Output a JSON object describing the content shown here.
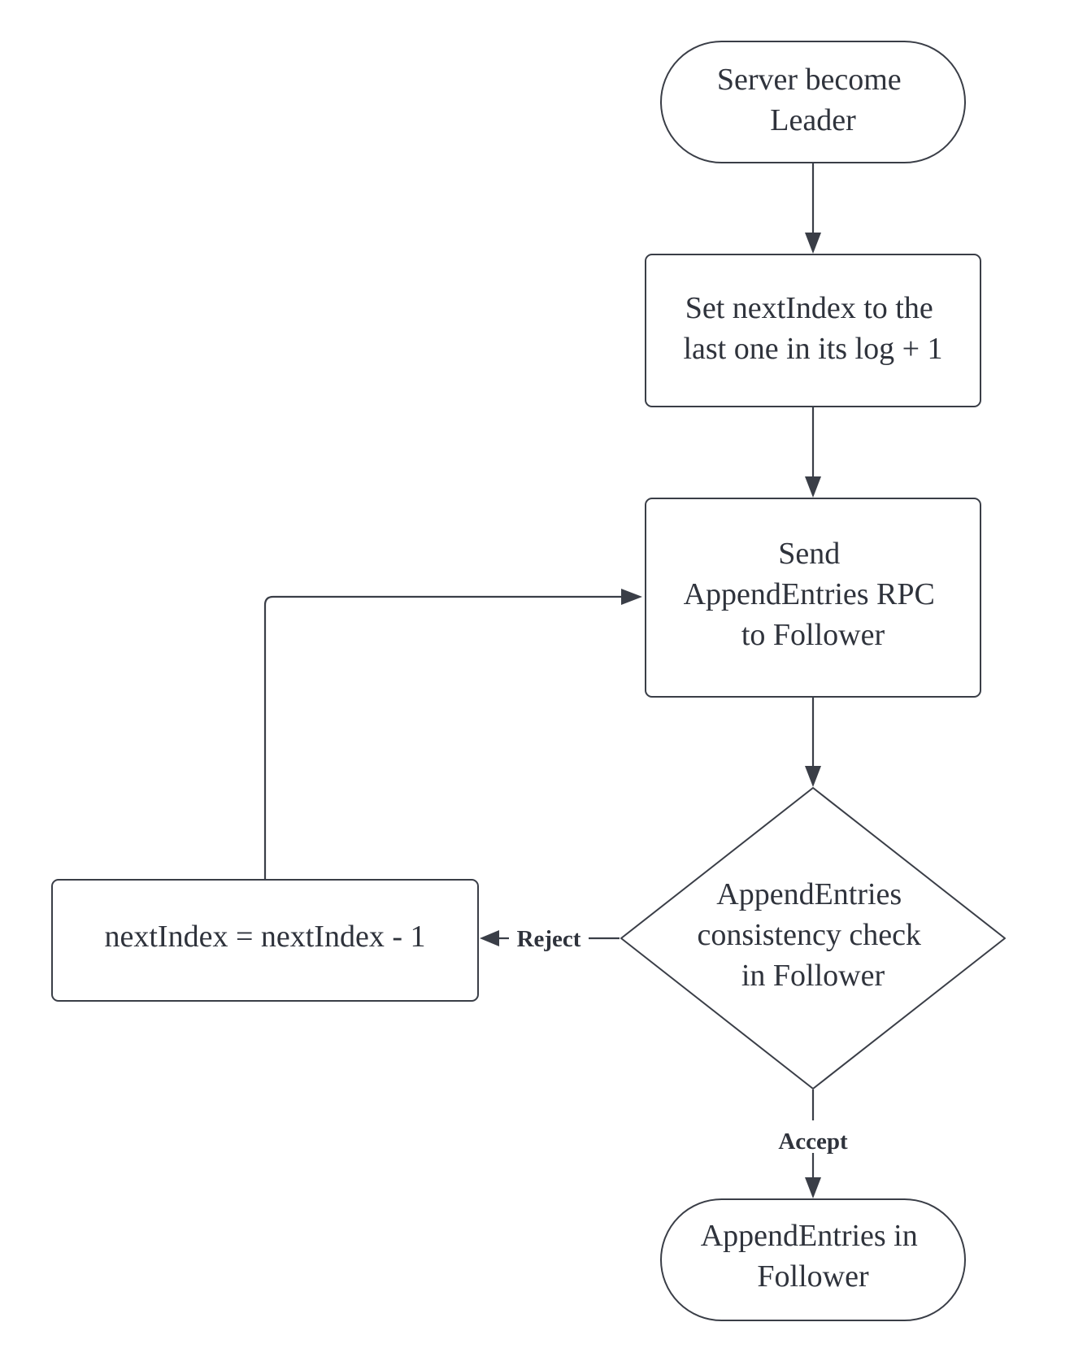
{
  "diagram": {
    "nodes": {
      "start": {
        "shape": "terminal",
        "lines": [
          "Server become",
          "Leader"
        ]
      },
      "set_next_index": {
        "shape": "process",
        "lines": [
          "Set nextIndex to the",
          "last one in its log + 1"
        ]
      },
      "send_rpc": {
        "shape": "process",
        "lines": [
          "Send",
          "AppendEntries RPC",
          "to Follower"
        ]
      },
      "consistency_check": {
        "shape": "decision",
        "lines": [
          "AppendEntries",
          "consistency check",
          "in Follower"
        ]
      },
      "decrement": {
        "shape": "process",
        "lines": [
          "nextIndex = nextIndex - 1"
        ]
      },
      "end": {
        "shape": "terminal",
        "lines": [
          "AppendEntries in",
          "Follower"
        ]
      }
    },
    "edges": {
      "reject": {
        "from": "consistency_check",
        "to": "decrement",
        "label": "Reject"
      },
      "accept": {
        "from": "consistency_check",
        "to": "end",
        "label": "Accept"
      },
      "loop_back": {
        "from": "decrement",
        "to": "send_rpc"
      }
    },
    "colors": {
      "stroke": "#3a3e47",
      "text": "#2f333c",
      "background": "#ffffff"
    }
  }
}
